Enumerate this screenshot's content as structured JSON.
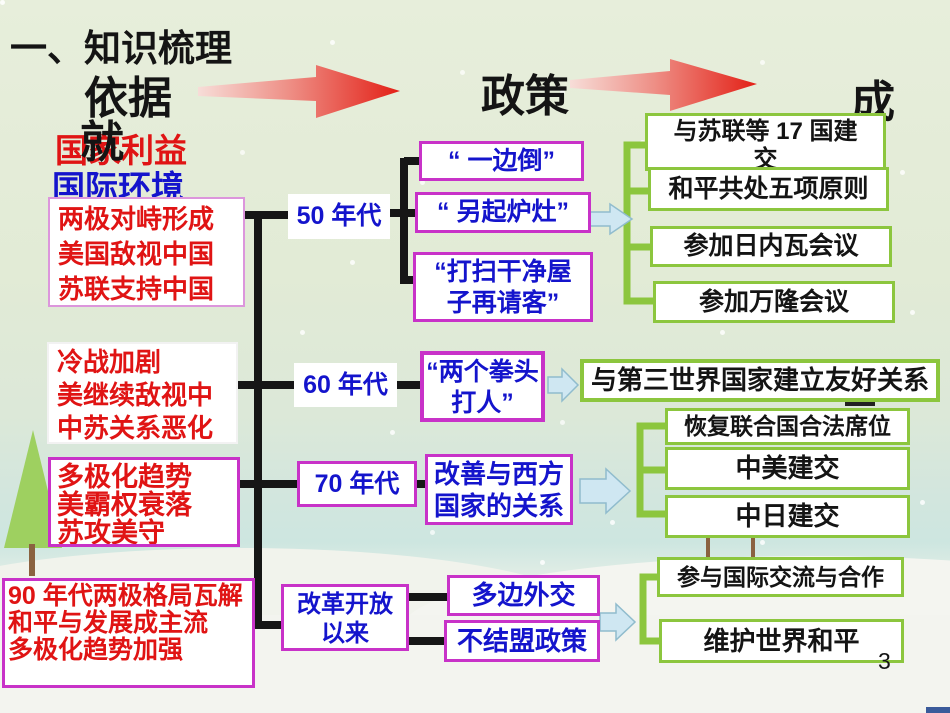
{
  "slide": {
    "title": "一、知识梳理",
    "page_number": "3"
  },
  "headers": {
    "basis": "依据",
    "policy": "政策",
    "achievement_part1": "成",
    "achievement_part2": "就",
    "national_interest": "国家利益",
    "intl_environment": "国际环境"
  },
  "cause_boxes": {
    "era50": [
      "两极对峙形成",
      "美国敌视中国",
      "苏联支持中国"
    ],
    "era60": [
      "冷战加剧",
      "美继续敌视中",
      "中苏关系恶化"
    ],
    "era70": [
      "多极化趋势",
      "美霸权衰落",
      "苏攻美守"
    ],
    "reform": [
      "90 年代两极格局瓦解",
      "和平与发展成主流",
      "多极化趋势加强"
    ]
  },
  "era_boxes": {
    "e50": "50 年代",
    "e60": "60 年代",
    "e70": "70 年代",
    "reform": [
      "改革开放",
      "以来"
    ]
  },
  "policy_boxes": {
    "one_side": "“ 一边倒”",
    "new_stove": "“ 另起炉灶”",
    "clean_house": [
      "“打扫干净屋",
      "子再请客”"
    ],
    "two_fists": [
      "“两个拳头",
      "打人”"
    ],
    "improve_west": [
      "改善与西方",
      "国家的关系"
    ],
    "multilateral": "多边外交",
    "nonalignment": "不结盟政策"
  },
  "achievement_boxes": {
    "soviet17": [
      "与苏联等 17 国建",
      "交"
    ],
    "five_principles": "和平共处五项原则",
    "geneva": "参加日内瓦会议",
    "bandung": "参加万隆会议",
    "third_world": "与第三世界国家建立友好关系",
    "un_seat": "恢复联合国合法席位",
    "us_ties": "中美建交",
    "japan_ties": "中日建交",
    "intl_coop": "参与国际交流与合作",
    "world_peace": "维护世界和平"
  },
  "colors": {
    "red_text": "#e01414",
    "blue_text": "#1414cc",
    "magenta_border": "#c832c8",
    "green_border": "#8cc63e",
    "red_arrow": "#e32016",
    "flow_arrow_fill": "#cfe7f2"
  }
}
